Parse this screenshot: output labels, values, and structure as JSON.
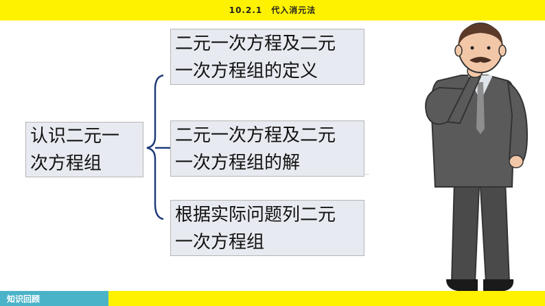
{
  "header": {
    "title": "10.2.1　代入消元法"
  },
  "footer": {
    "section_label": "知识回顾"
  },
  "mindmap": {
    "root": {
      "line1": "认识二元一",
      "line2": "次方程组"
    },
    "branches": [
      {
        "line1": "二元一次方程及二元",
        "line2": "一次方程组的定义"
      },
      {
        "line1": "二元一次方程及二元",
        "line2": "一次方程组的解"
      },
      {
        "line1": "根据实际问题列二元",
        "line2": "一次方程组"
      }
    ]
  },
  "colors": {
    "accent_yellow": "#fff200",
    "tab_teal": "#4bb3c8",
    "brace_blue": "#1f3a7a",
    "box_fill": "#e7eaf0"
  },
  "illustration": {
    "icon": "thinking-man-icon"
  }
}
